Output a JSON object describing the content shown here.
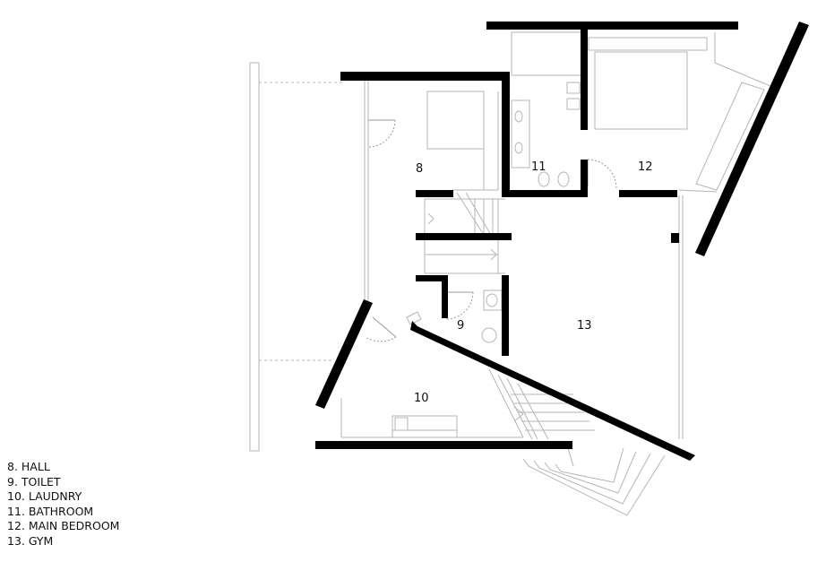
{
  "rooms": [
    {
      "num": "8",
      "name": "HALL"
    },
    {
      "num": "9",
      "name": "TOILET"
    },
    {
      "num": "10",
      "name": "LAUDNRY"
    },
    {
      "num": "11",
      "name": "BATHROOM"
    },
    {
      "num": "12",
      "name": "MAIN BEDROOM"
    },
    {
      "num": "13",
      "name": "GYM"
    }
  ],
  "legend": [
    "8.  HALL",
    "9.  TOILET",
    "10. LAUDNRY",
    "11. BATHROOM",
    "12. MAIN BEDROOM",
    "13. GYM"
  ],
  "colors": {
    "wall": "#000000",
    "line": "#b5b5b5",
    "background": "#ffffff"
  }
}
